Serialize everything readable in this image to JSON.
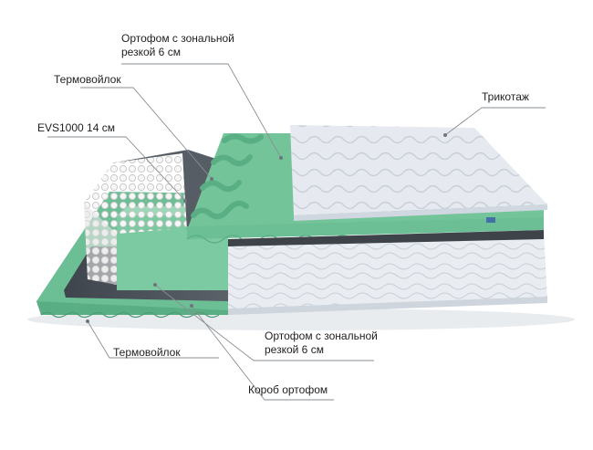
{
  "diagram": {
    "labels": {
      "top_orthofoam_line1": "Ортофом с зональной",
      "top_orthofoam_line2": "резкой 6 см",
      "felt_top": "Термовойлок",
      "springs": "EVS1000 14 см",
      "knit": "Трикотаж",
      "bottom_orthofoam_line1": "Ортофом с зональной",
      "bottom_orthofoam_line2": "резкой 6 см",
      "felt_bottom": "Термовойлок",
      "box": "Короб ортофом"
    },
    "colors": {
      "green_foam": "#74c49a",
      "green_foam_dark": "#5aae84",
      "felt": "#4d545b",
      "quilt": "#e7ebf1",
      "quilt_pattern": "#c7cdd6",
      "springs": "#f0f0f0",
      "leader": "#8a8f96"
    }
  }
}
